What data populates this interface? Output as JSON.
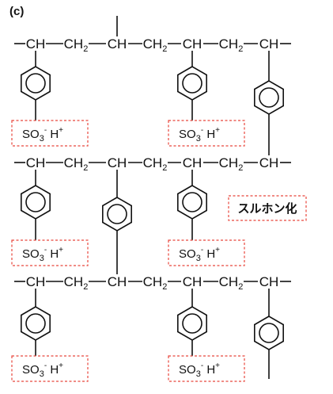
{
  "panel_label": "(c)",
  "chain_units": {
    "ch": "CH",
    "ch2": "CH",
    "ch2_subscript": "2"
  },
  "sulfonate": {
    "so": "SO",
    "so_subscript": "3",
    "so_superscript": "-",
    "h": "H",
    "h_superscript": "+"
  },
  "process_label": "スルホン化",
  "colors": {
    "bonds": "#111111",
    "dashed_box": "#e8463c"
  }
}
